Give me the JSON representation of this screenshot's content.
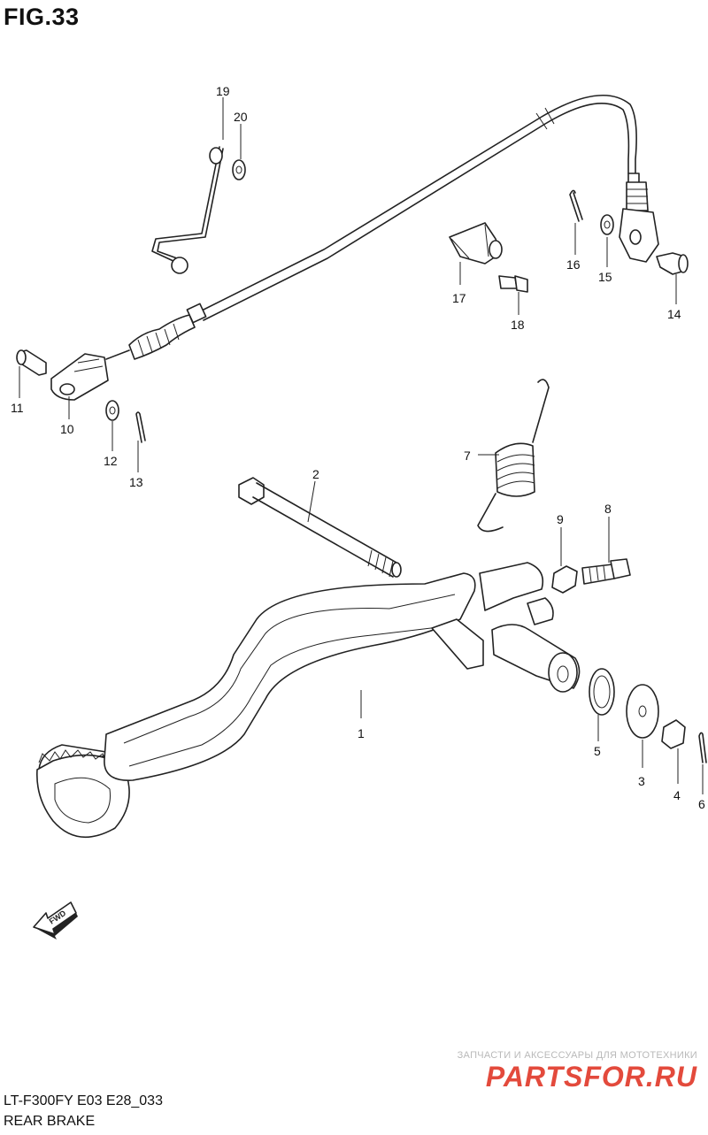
{
  "figure": {
    "title": "FIG.33"
  },
  "callouts": [
    {
      "id": "1",
      "label": "1"
    },
    {
      "id": "2",
      "label": "2"
    },
    {
      "id": "3",
      "label": "3"
    },
    {
      "id": "4",
      "label": "4"
    },
    {
      "id": "5",
      "label": "5"
    },
    {
      "id": "6",
      "label": "6"
    },
    {
      "id": "7",
      "label": "7"
    },
    {
      "id": "8",
      "label": "8"
    },
    {
      "id": "9",
      "label": "9"
    },
    {
      "id": "10",
      "label": "10"
    },
    {
      "id": "11",
      "label": "11"
    },
    {
      "id": "12",
      "label": "12"
    },
    {
      "id": "13",
      "label": "13"
    },
    {
      "id": "14",
      "label": "14"
    },
    {
      "id": "15",
      "label": "15"
    },
    {
      "id": "16",
      "label": "16"
    },
    {
      "id": "17",
      "label": "17"
    },
    {
      "id": "18",
      "label": "18"
    },
    {
      "id": "19",
      "label": "19"
    },
    {
      "id": "20",
      "label": "20"
    }
  ],
  "fwd_arrow": {
    "label": "FWD"
  },
  "watermark": {
    "subtitle": "ЗАПЧАСТИ И АКСЕССУАРЫ ДЛЯ МОТОТЕХНИКИ",
    "logo": "PARTSFOR.RU"
  },
  "footer": {
    "model_code": "LT-F300FY E03 E28_033",
    "section_title": "REAR BRAKE"
  },
  "colors": {
    "line": "#222222",
    "watermark_logo": "#e34a3c",
    "watermark_text": "#b9b9b9"
  }
}
